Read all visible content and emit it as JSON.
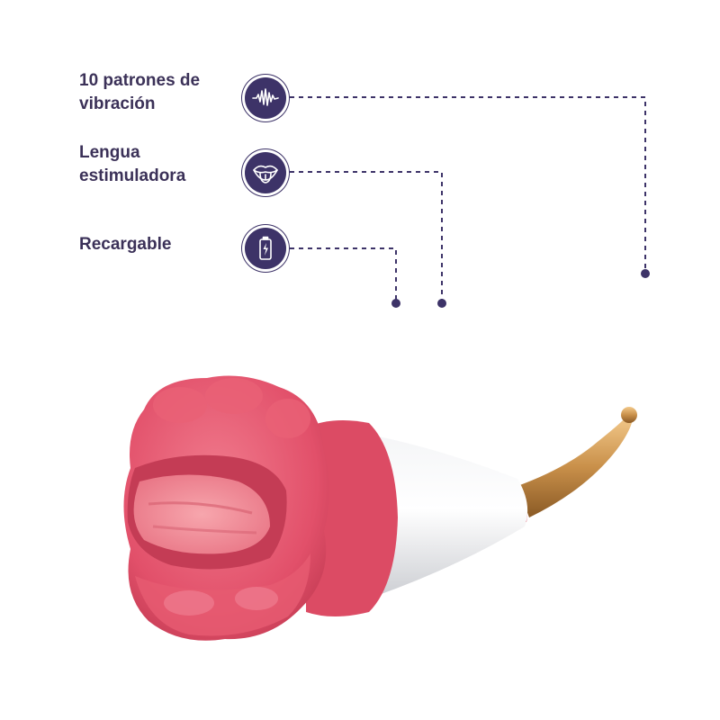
{
  "features": [
    {
      "label": "10 patrones de\nvibración",
      "icon": "sound-wave-icon"
    },
    {
      "label": "Lengua\nestimuladora",
      "icon": "tongue-mouth-icon"
    },
    {
      "label": "Recargable",
      "icon": "battery-icon"
    }
  ],
  "colors": {
    "accent": "#3d3368",
    "text": "#3b3158",
    "product_pink": "#e2506a",
    "product_white": "#e9eaed",
    "product_gold": "#c9904a"
  }
}
